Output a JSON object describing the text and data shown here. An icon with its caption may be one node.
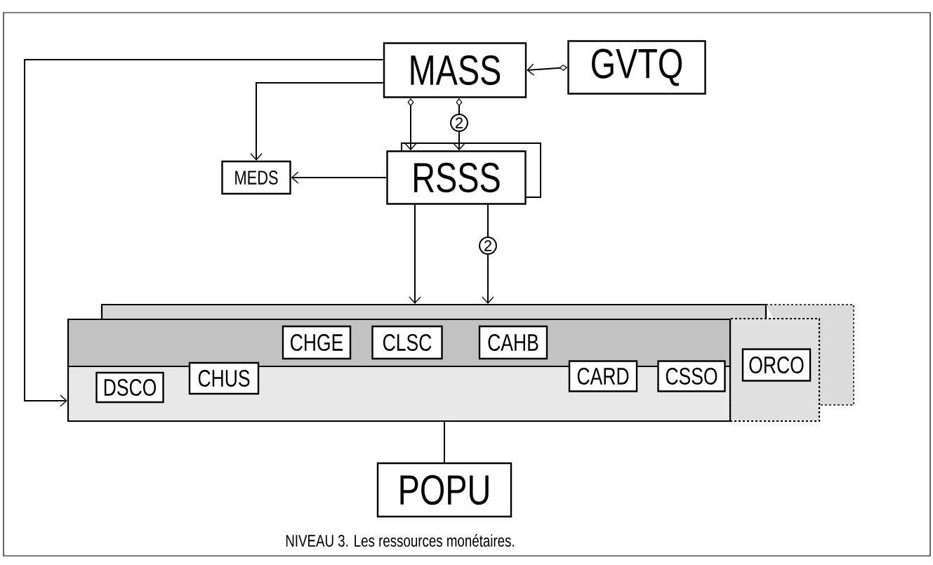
{
  "diagram": {
    "caption": "NIVEAU 3. Les ressources monétaires.",
    "nodes": [
      {
        "text": [
          "MASS"
        ]
      },
      {
        "text": [
          "GVTQ"
        ]
      },
      {
        "text": [
          "RSSS"
        ]
      },
      {
        "text": [
          "MEDS"
        ]
      },
      {
        "text": [],
        "shape": "box"
      },
      {
        "text": [],
        "shape": "box"
      },
      {
        "text": [
          "CHGE"
        ],
        "in": 5
      },
      {
        "text": [
          "CLSC"
        ],
        "in": 5
      },
      {
        "text": [
          "CAHB"
        ],
        "in": 5
      },
      {
        "text": [],
        "shape": "box"
      },
      {
        "text": [
          "DSCO"
        ],
        "in": 9
      },
      {
        "text": [
          "CHUS"
        ],
        "in": 9
      },
      {
        "text": [
          "CARD"
        ],
        "in": 9
      },
      {
        "text": [
          "CSSO"
        ],
        "in": 9
      },
      {
        "text": [],
        "shape": "box"
      },
      {
        "text": [
          "ORCO"
        ],
        "in": 14
      },
      {
        "text": [
          "POPU"
        ]
      }
    ],
    "edges": [
      {
        "from": 1,
        "to": 0,
        "arrow": "to"
      },
      {
        "from": 0,
        "to": 2,
        "arrow": "to"
      },
      {
        "from": 0,
        "to": 2,
        "arrow": "to",
        "label": "2"
      },
      {
        "from": 0,
        "to": 3,
        "arrow": "to"
      },
      {
        "from": 0,
        "to": 9,
        "arrow": "to"
      },
      {
        "from": 2,
        "to": 3,
        "arrow": "to"
      },
      {
        "from": 2,
        "to": 4,
        "arrow": "to"
      },
      {
        "from": 2,
        "to": 4,
        "arrow": "to",
        "label": "2"
      },
      {
        "from": 9,
        "to": 16,
        "arrow": "none"
      }
    ]
  }
}
